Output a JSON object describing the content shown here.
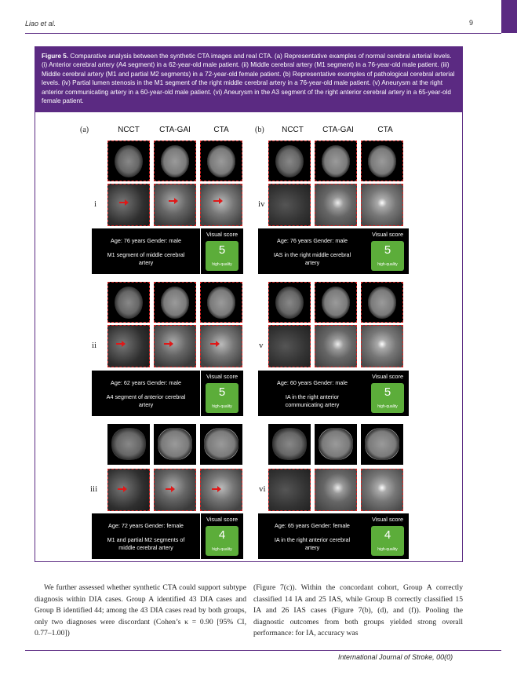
{
  "header": {
    "authors": "Liao et al.",
    "page_number": "9"
  },
  "figure": {
    "label": "Figure 5.",
    "caption": "Comparative analysis between the synthetic CTA images and real CTA. (a) Representative examples of normal cerebral arterial levels. (i) Anterior cerebral artery (A4 segment) in a 62-year-old male patient. (ii) Middle cerebral artery (M1 segment) in a 76-year-old male patient. (iii) Middle cerebral artery (M1 and partial M2 segments) in a 72-year-old female patient. (b) Representative examples of pathological cerebral arterial levels. (iv) Partial lumen stenosis in the M1 segment of the right middle cerebral artery in a 76-year-old male patient. (v) Aneurysm at the right anterior communicating artery in a 60-year-old male patient. (vi) Aneurysm in the A3 segment of the right anterior cerebral artery in a 65-year-old female patient.",
    "panels": [
      {
        "letter": "(a)",
        "columns": [
          "NCCT",
          "CTA-GAI",
          "CTA"
        ]
      },
      {
        "letter": "(b)",
        "columns": [
          "NCCT",
          "CTA-GAI",
          "CTA"
        ]
      }
    ],
    "cases": [
      {
        "roman": "i",
        "age_gender": "Age: 76 years   Gender: male",
        "finding": "M1 segment of middle cerebral\nartery",
        "score_label": "Visual score",
        "score": "5",
        "quality": "high-quality"
      },
      {
        "roman": "ii",
        "age_gender": "Age: 62 years   Gender: male",
        "finding": "A4 segment of anterior cerebral\nartery",
        "score_label": "Visual score",
        "score": "5",
        "quality": "high-quality"
      },
      {
        "roman": "iii",
        "age_gender": "Age: 72 years   Gender: female",
        "finding": "M1 and partial M2 segments of\nmiddle cerebral artery",
        "score_label": "Visual score",
        "score": "4",
        "quality": "high-quality"
      },
      {
        "roman": "iv",
        "age_gender": "Age: 76 years   Gender: male",
        "finding": "IAS in the right middle cerebral\nartery",
        "score_label": "Visual score",
        "score": "5",
        "quality": "high-quality"
      },
      {
        "roman": "v",
        "age_gender": "Age: 60 years   Gender: male",
        "finding": "IA in the right anterior\ncommunicating artery",
        "score_label": "Visual score",
        "score": "5",
        "quality": "high-quality"
      },
      {
        "roman": "vi",
        "age_gender": "Age: 65 years   Gender: female",
        "finding": "IA in the right anterior cerebral\nartery",
        "score_label": "Visual score",
        "score": "4",
        "quality": "high-quality"
      }
    ]
  },
  "body": {
    "left_column": "We further assessed whether synthetic CTA could support subtype diagnosis within DIA cases. Group A identified 43 DIA cases and Group B identified 44; among the 43 DIA cases read by both groups, only two diagnoses were discordant (Cohen’s κ = 0.90 [95% CI, 0.77–1.00])",
    "right_column": "(Figure 7(c)). Within the concordant cohort, Group A correctly classified 14 IA and 25 IAS, while Group B correctly classified 15 IA and 26 IAS cases (Figure 7(b), (d), and (f)). Pooling the diagnostic outcomes from both groups yielded strong overall performance: for IA, accuracy was"
  },
  "footer": {
    "journal": "International Journal of Stroke, 00(0)"
  }
}
